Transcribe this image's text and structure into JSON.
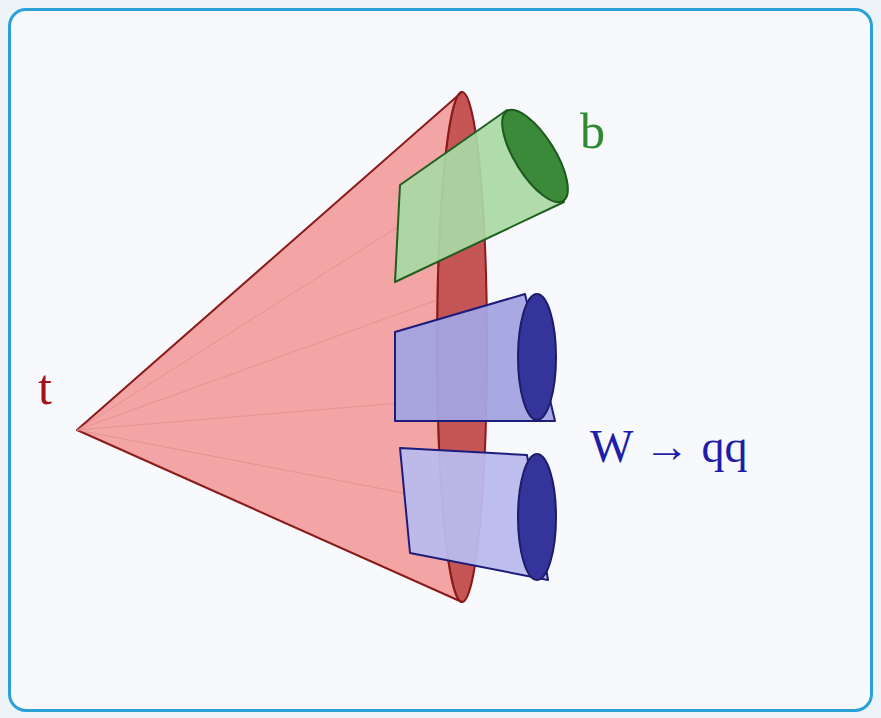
{
  "diagram": {
    "labels": [
      "t",
      "b",
      "W → qq"
    ]
  }
}
